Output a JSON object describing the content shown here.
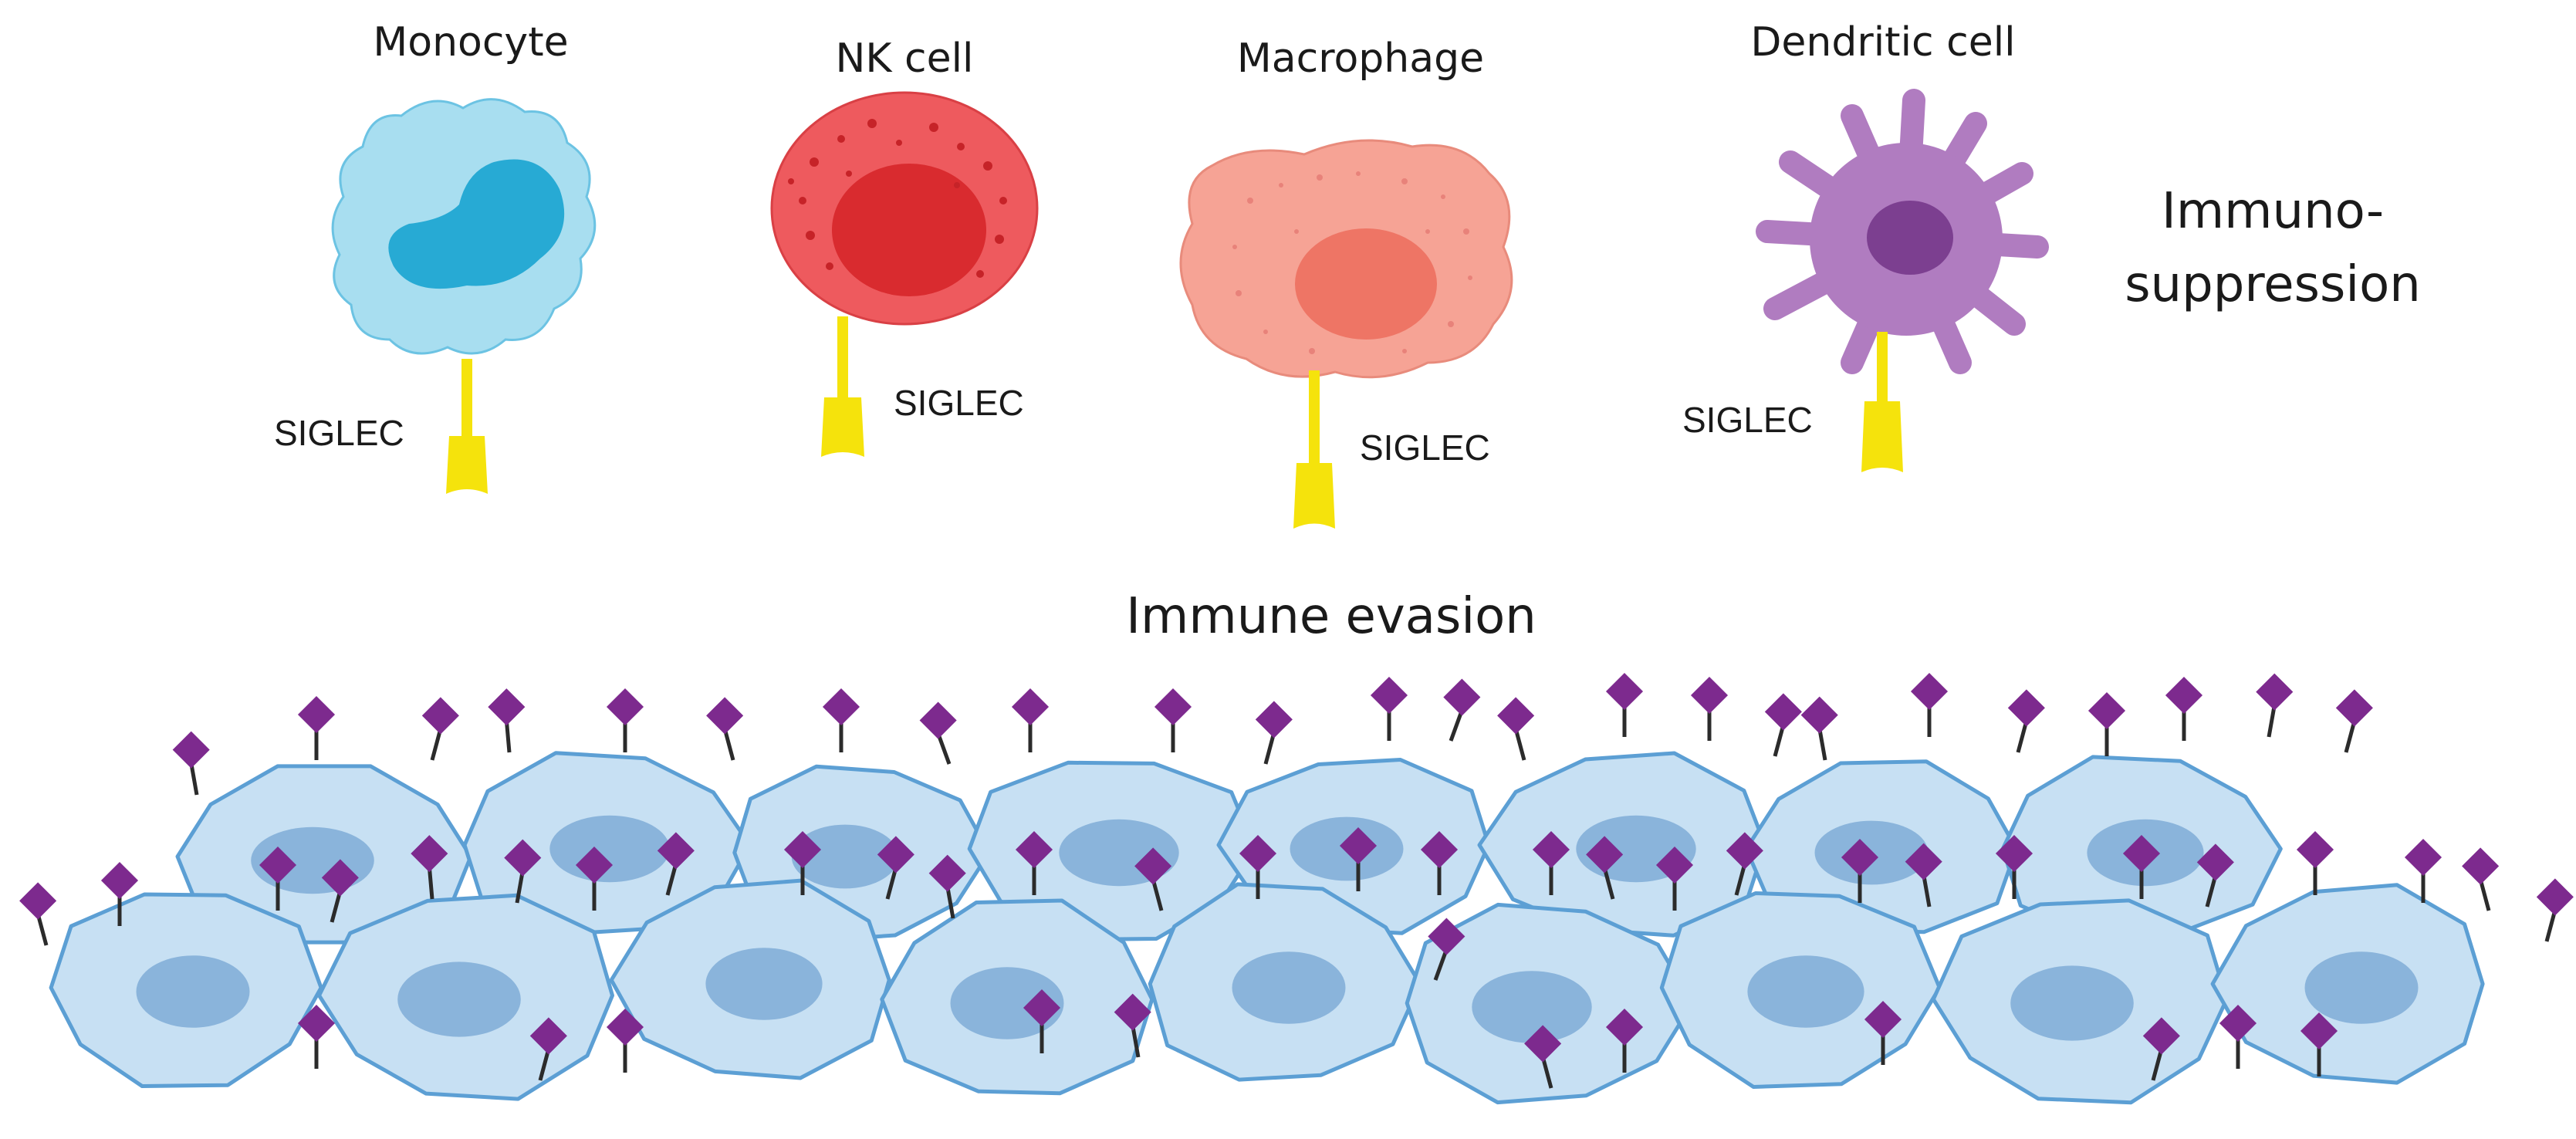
{
  "immune_cells": [
    {
      "name": "Monocyte",
      "receptor": "SIGLEC"
    },
    {
      "name": "NK cell",
      "receptor": "SIGLEC"
    },
    {
      "name": "Macrophage",
      "receptor": "SIGLEC"
    },
    {
      "name": "Dendritic cell",
      "receptor": "SIGLEC"
    }
  ],
  "side_label": {
    "line1": "Immuno-",
    "line2": "suppression"
  },
  "center_label": "Immune evasion",
  "colors": {
    "monocyte_body": "#a8def0",
    "monocyte_nucleus": "#27aad4",
    "nk_body": "#ee5a5e",
    "nk_nucleus": "#d92b2f",
    "macrophage_body": "#f6a395",
    "macrophage_nucleus": "#ee7565",
    "dendritic_body": "#b07cc0",
    "dendritic_nucleus": "#7c3f90",
    "siglec": "#f5e30c",
    "tumor_cell": "#c7e0f3",
    "tumor_outline": "#5c9fd4",
    "tumor_nucleus": "#8ab4db",
    "sialic_acid": "#7d2a8e"
  }
}
